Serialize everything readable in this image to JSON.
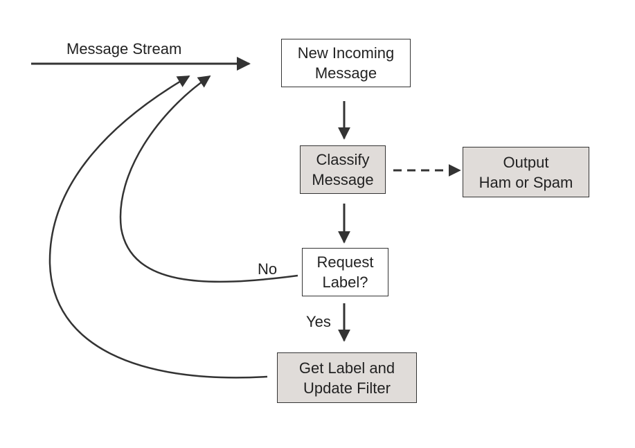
{
  "labels": {
    "stream": "Message Stream",
    "no": "No",
    "yes": "Yes"
  },
  "nodes": {
    "incoming": {
      "line1": "New Incoming",
      "line2": "Message"
    },
    "classify": {
      "line1": "Classify",
      "line2": "Message"
    },
    "output": {
      "line1": "Output",
      "line2": "Ham or Spam"
    },
    "request": {
      "line1": "Request",
      "line2": "Label?"
    },
    "update": {
      "line1": "Get Label and",
      "line2": "Update Filter"
    }
  },
  "colors": {
    "stroke": "#333333",
    "gray_fill": "#e0dcd9",
    "white_fill": "#ffffff"
  }
}
